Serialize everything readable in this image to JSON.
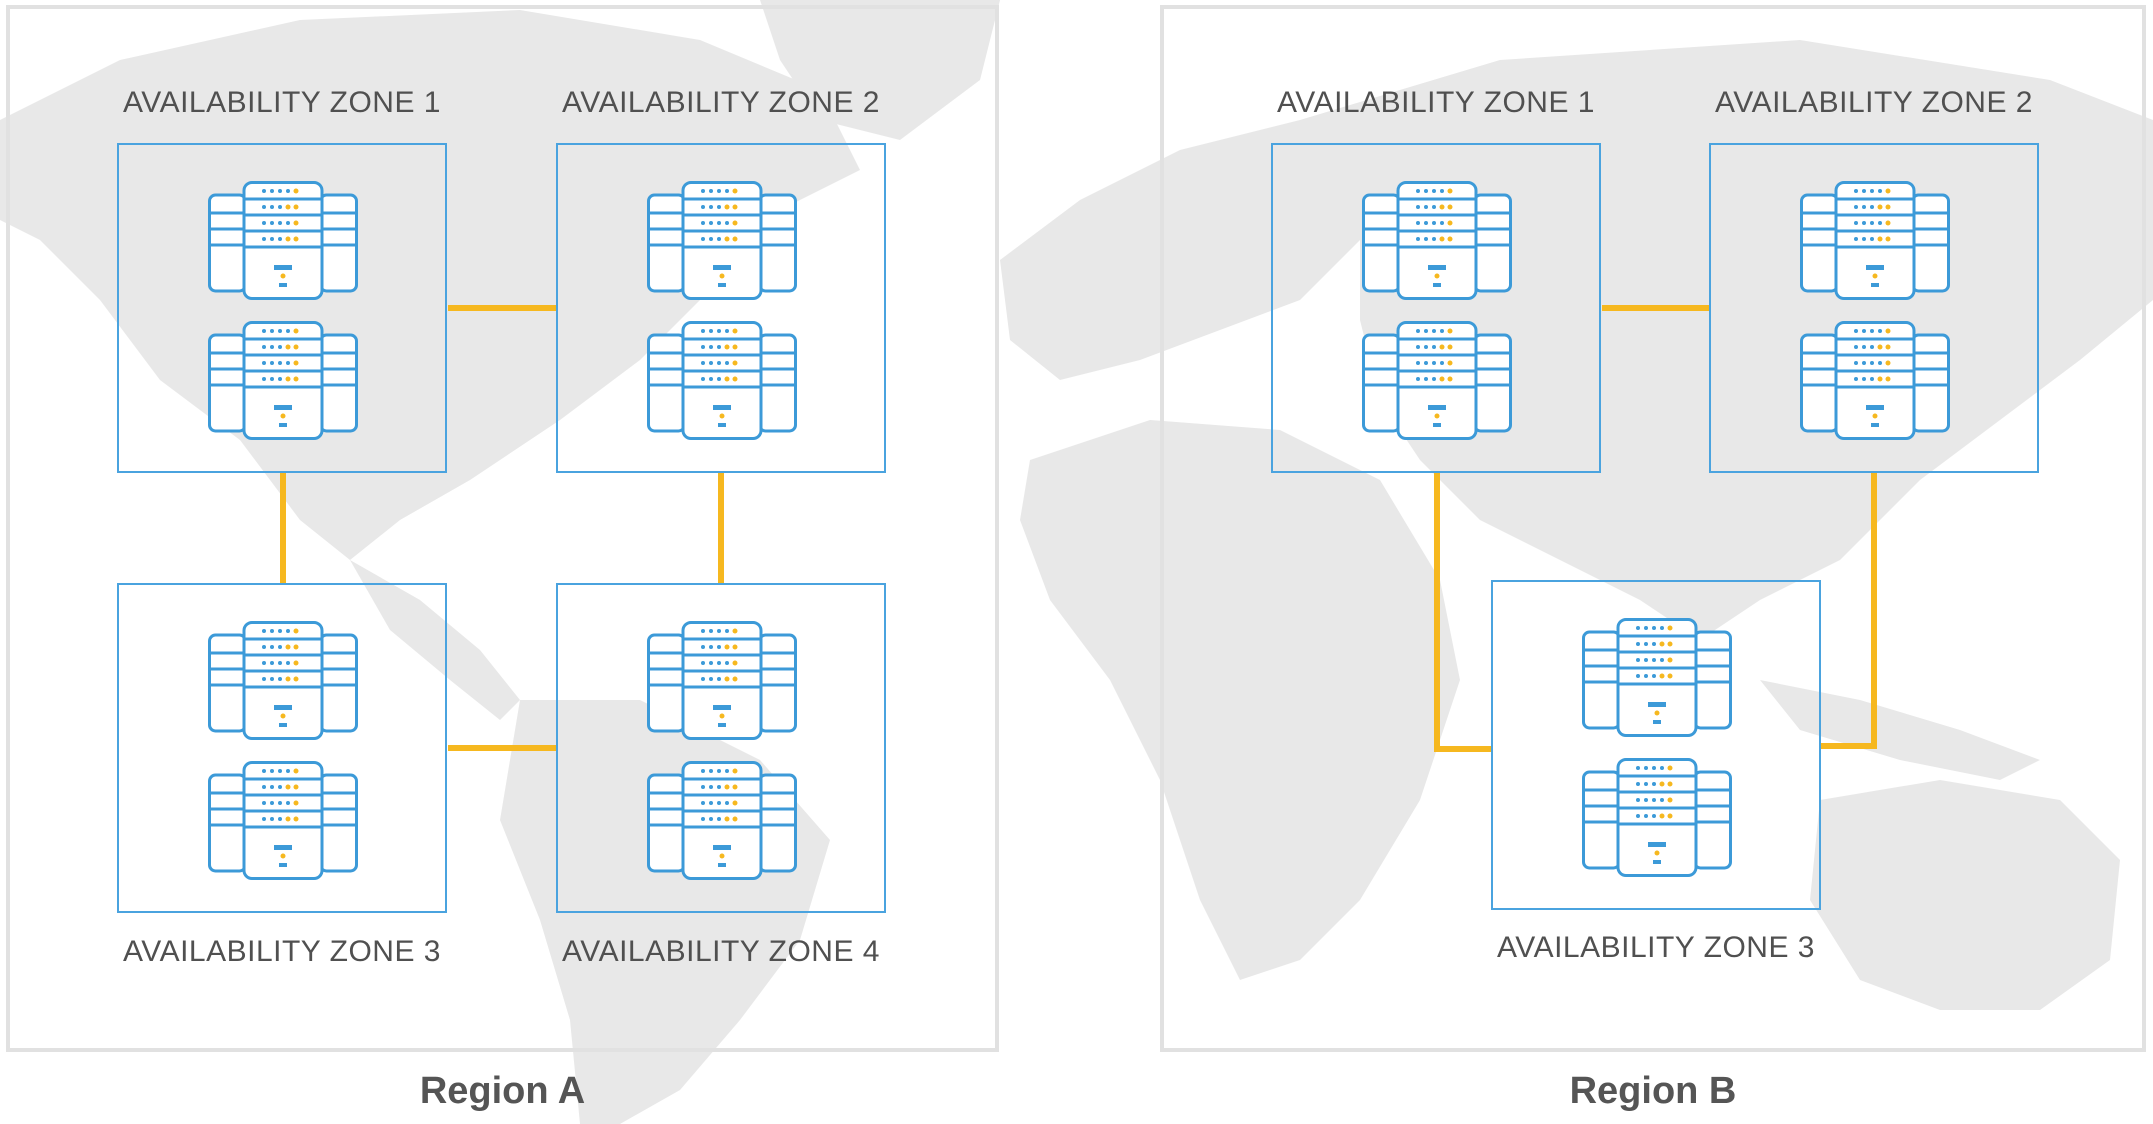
{
  "colors": {
    "connector": "#f6b81f",
    "zone_border": "#4aa3df",
    "region_border": "#e1e1e1",
    "map": "#e6e6e6",
    "text": "#505050"
  },
  "icons": [
    "server-rack-icon",
    "world-map-background"
  ],
  "regions": [
    {
      "label": "Region A",
      "zones": [
        {
          "label": "AVAILABILITY ZONE 1"
        },
        {
          "label": "AVAILABILITY ZONE 2"
        },
        {
          "label": "AVAILABILITY ZONE 3"
        },
        {
          "label": "AVAILABILITY ZONE 4"
        }
      ]
    },
    {
      "label": "Region B",
      "zones": [
        {
          "label": "AVAILABILITY ZONE 1"
        },
        {
          "label": "AVAILABILITY ZONE 2"
        },
        {
          "label": "AVAILABILITY ZONE 3"
        }
      ]
    }
  ]
}
